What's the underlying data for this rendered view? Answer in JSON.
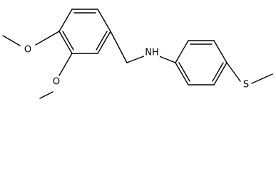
{
  "molecule": {
    "atoms": {
      "amine": "NH",
      "thioether": "S",
      "methoxy_oxygen_upper": "O",
      "methoxy_oxygen_lower": "O"
    },
    "bond_color": "#000000",
    "background": "#ffffff"
  }
}
